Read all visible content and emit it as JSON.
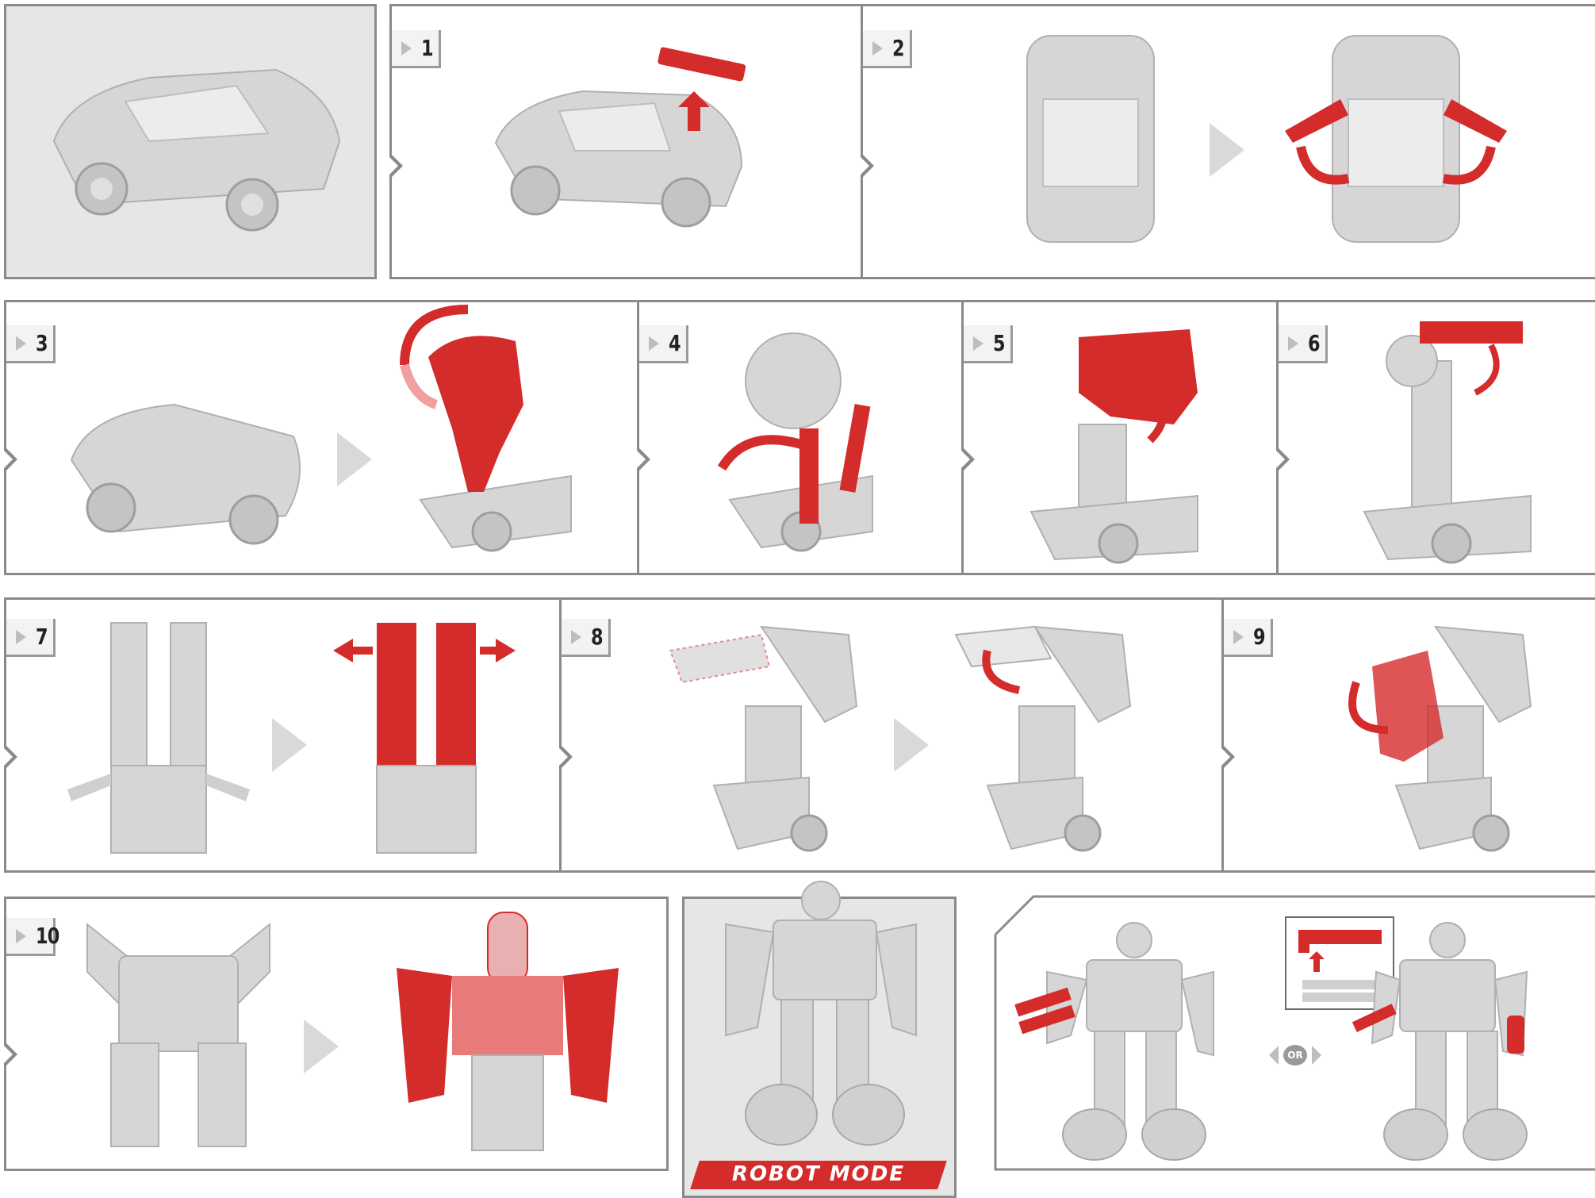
{
  "steps": [
    {
      "label": "1"
    },
    {
      "label": "2"
    },
    {
      "label": "3"
    },
    {
      "label": "4"
    },
    {
      "label": "5"
    },
    {
      "label": "6"
    },
    {
      "label": "7"
    },
    {
      "label": "8"
    },
    {
      "label": "9"
    },
    {
      "label": "10"
    }
  ],
  "robot_mode_label": "ROBOT MODE",
  "or_label": "OR",
  "colors": {
    "accent_red": "#d42b2b",
    "part_gray": "#d6d6d6",
    "border_gray": "#8a8a8a",
    "panel_fill": "#e6e6e6"
  }
}
